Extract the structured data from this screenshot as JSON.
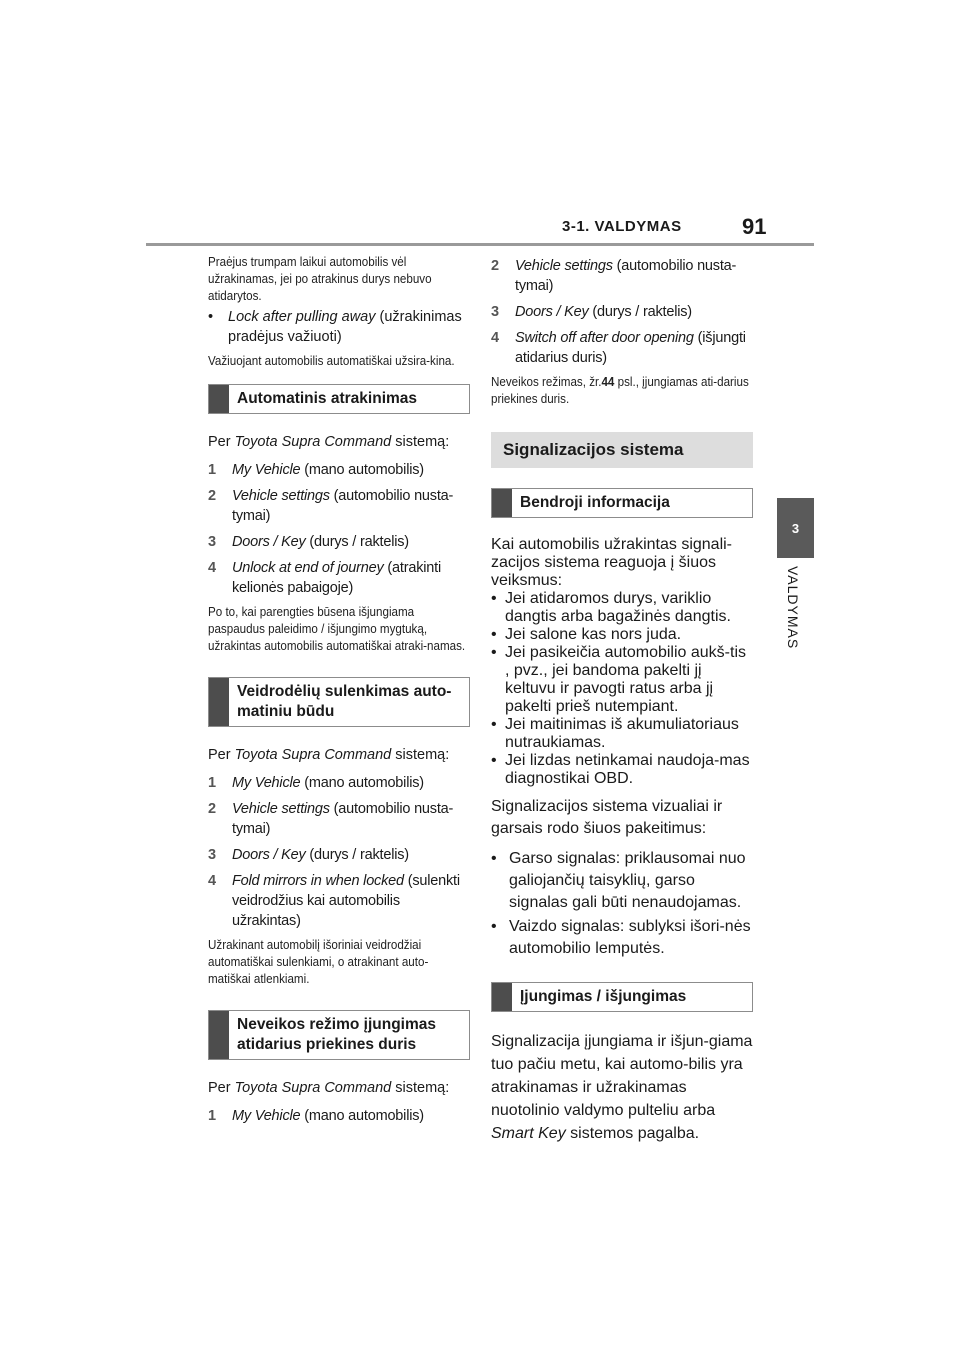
{
  "header": {
    "section": "3-1. VALDYMAS",
    "page_number": "91"
  },
  "side_tab": {
    "number": "3",
    "label": "VALDYMAS"
  },
  "left": {
    "intro_small": "Praėjus trumpam laikui automobilis vėl užrakinamas, jei po atrakinus durys nebuvo atidarytos.",
    "bullet_italic": "Lock after pulling away",
    "bullet_rest": " (užrakinimas pradėjus važiuoti)",
    "bullet_small": "Važiuojant automobilis automatiškai užsira-kina.",
    "section1": {
      "title": "Automatinis atrakinimas",
      "intro_pre": "Per ",
      "intro_em": "Toyota Supra Command",
      "intro_post": " sistemą:",
      "steps": [
        {
          "n": "1",
          "em": "My Vehicle",
          "rest": " (mano automobilis)"
        },
        {
          "n": "2",
          "em": "Vehicle settings",
          "rest": " (automobilio nusta-tymai)"
        },
        {
          "n": "3",
          "em": "Doors / Key",
          "rest": " (durys / raktelis)"
        },
        {
          "n": "4",
          "em": "Unlock at end of journey",
          "rest": " (atrakinti kelionės pabaigoje)"
        }
      ],
      "note": "Po to, kai parengties būsena išjungiama paspaudus paleidimo / išjungimo mygtuką, užrakintas automobilis automatiškai atraki-namas."
    },
    "section2": {
      "title": "Veidrodėlių sulenkimas auto-matiniu būdu",
      "intro_pre": "Per ",
      "intro_em": "Toyota Supra Command",
      "intro_post": " sistemą:",
      "steps": [
        {
          "n": "1",
          "em": "My Vehicle",
          "rest": " (mano automobilis)"
        },
        {
          "n": "2",
          "em": "Vehicle settings",
          "rest": " (automobilio nusta-tymai)"
        },
        {
          "n": "3",
          "em": "Doors / Key",
          "rest": " (durys / raktelis)"
        },
        {
          "n": "4",
          "em": "Fold mirrors in when locked",
          "rest": " (sulenkti veidrodžius kai automobilis užrakintas)"
        }
      ],
      "note": "Užrakinant automobilį išoriniai veidrodžiai automatiškai sulenkiami, o atrakinant auto-matiškai atlenkiami."
    },
    "section3": {
      "title": "Neveikos režimo įjungimas atidarius priekines duris",
      "intro_pre": "Per ",
      "intro_em": "Toyota Supra Command",
      "intro_post": " sistemą:",
      "steps": [
        {
          "n": "1",
          "em": "My Vehicle",
          "rest": " (mano automobilis)"
        }
      ]
    }
  },
  "right": {
    "steps": [
      {
        "n": "2",
        "em": "Vehicle settings",
        "rest": " (automobilio nusta-tymai)"
      },
      {
        "n": "3",
        "em": "Doors / Key",
        "rest": " (durys / raktelis)"
      },
      {
        "n": "4",
        "em": "Switch off after door opening",
        "rest": " (išjungti atidarius duris)"
      }
    ],
    "note_pre": "Neveikos režimas, žr.",
    "note_page": "44",
    "note_post": " psl., įjungiamas ati-darius priekines duris.",
    "big_heading": "Signalizacijos sistema",
    "sub1_title": "Bendroji informacija",
    "sub1_intro": "Kai automobilis užrakintas signali-zacijos sistema reaguoja į šiuos veiksmus:",
    "sub1_items": [
      "Jei atidaromos durys, variklio dangtis arba bagažinės dangtis.",
      "Jei salone kas nors juda.",
      "Jei pasikeičia automobilio aukš-tis , pvz., jei bandoma pakelti jį keltuvu ir pavogti ratus arba jį pakelti prieš nutempiant.",
      "Jei maitinimas iš akumuliatoriaus nutraukiamas.",
      "Jei lizdas netinkamai naudoja-mas diagnostikai OBD."
    ],
    "sub1_para": "Signalizacijos sistema vizualiai ir garsais rodo šiuos pakeitimus:",
    "sub1_items2": [
      "Garso signalas: priklausomai nuo galiojančių taisyklių, garso signalas gali būti nenaudojamas.",
      "Vaizdo signalas: sublyksi išori-nės automobilio lemputės."
    ],
    "sub2_title": "Įjungimas / išjungimas",
    "sub2_para_pre": "Signalizacija įjungiama ir išjun-giama tuo pačiu metu, kai automo-bilis yra atrakinamas ir užrakinamas nuotolinio valdymo pulteliu arba ",
    "sub2_para_em": "Smart Key",
    "sub2_para_post": " sistemos pagalba."
  }
}
